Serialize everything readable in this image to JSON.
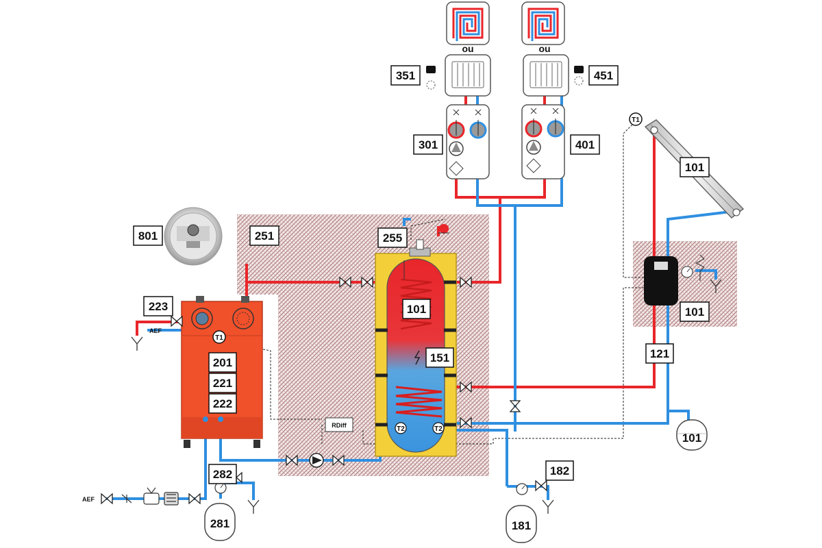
{
  "colors": {
    "hot": "#e8262a",
    "cold": "#2f8fe0",
    "boiler": "#f0502a",
    "tank_jacket": "#f3cf3a",
    "zone_hatch": "#c9a0a0",
    "control": "#111111"
  },
  "labels": {
    "floor_heating_option": "ou",
    "circuit_1_thermostat": "351",
    "circuit_2_thermostat": "451",
    "circuit_1_group": "301",
    "circuit_2_group": "401",
    "solar_collector": "101",
    "heatpump_outdoor": "801",
    "storage_zone": "251",
    "tank_connection": "255",
    "tank_top_coil": "101",
    "electric_heater": "151",
    "boiler_safety": "223",
    "boiler_codes": [
      "201",
      "221",
      "222"
    ],
    "boiler_expansion": "282",
    "boiler_vessel": "281",
    "solar_station": "101",
    "solar_line": "121",
    "solar_vessel": "101",
    "dhw_safety": "182",
    "dhw_vessel": "181",
    "controller": "RDiff",
    "sensor_t1": "T1",
    "sensor_t2": "T2",
    "water_inlet": "AEF"
  }
}
